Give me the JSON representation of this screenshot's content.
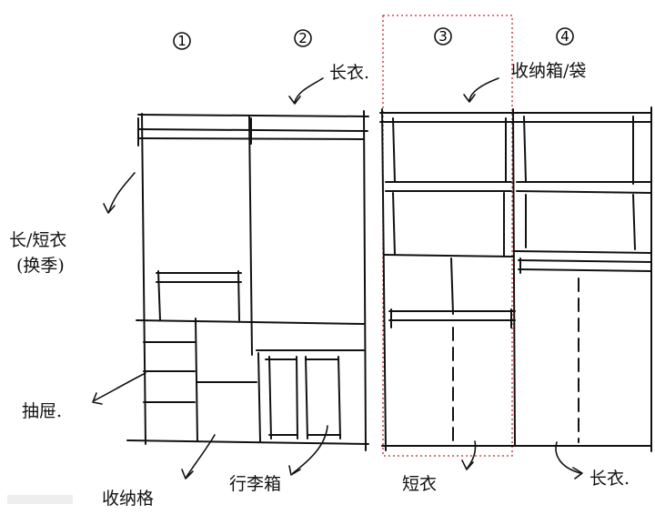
{
  "title": "",
  "columns": [
    {
      "number": "1"
    },
    {
      "number": "2"
    },
    {
      "number": "3"
    },
    {
      "number": "4"
    }
  ],
  "labels": {
    "long_clothes_top": "长衣.",
    "storage_box_bag": "收纳箱/袋",
    "long_short_clothes": "长/短衣",
    "seasonal": "(换季)",
    "drawers": "抽屉.",
    "storage_shelf": "收纳格",
    "suitcase": "行李箱",
    "short_clothes": "短衣",
    "long_clothes_bottom": "长衣."
  },
  "highlight_color": "#d0202a",
  "ink_color": "#111111"
}
